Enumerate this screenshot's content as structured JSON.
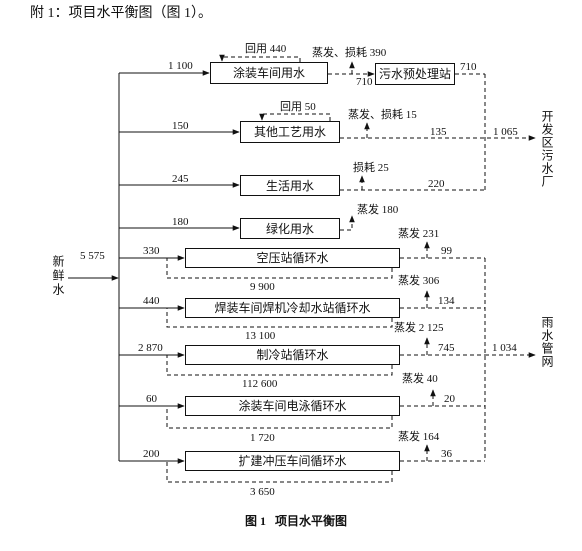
{
  "intro": "附 1：项目水平衡图（图 1）。",
  "fresh_water": {
    "label": "新鲜水",
    "value": "5 575"
  },
  "coating": {
    "name": "涂装车间用水",
    "supply": "1 100",
    "reuse": "回用 440",
    "loss": "蒸发、损耗 390",
    "discharge": "710"
  },
  "pretreatment": {
    "name": "污水预处理站",
    "discharge": "710"
  },
  "process": {
    "name": "其他工艺用水",
    "supply": "150",
    "reuse": "回用 50",
    "loss": "蒸发、损耗 15",
    "discharge": "135"
  },
  "domestic": {
    "name": "生活用水",
    "supply": "245",
    "loss": "损耗 25",
    "discharge": "220"
  },
  "greening": {
    "name": "绿化用水",
    "supply": "180",
    "loss": "蒸发 180"
  },
  "compressor": {
    "name": "空压站循环水",
    "supply": "330",
    "circulation": "9 900",
    "loss": "蒸发 231",
    "discharge": "99"
  },
  "welding": {
    "name": "焊装车间焊机冷却水站循环水",
    "supply": "440",
    "circulation": "13 100",
    "loss": "蒸发 306",
    "discharge": "134"
  },
  "chiller": {
    "name": "制冷站循环水",
    "supply": "2 870",
    "circulation": "112 600",
    "loss": "蒸发 2 125",
    "discharge": "745"
  },
  "electrophoresis": {
    "name": "涂装车间电泳循环水",
    "supply": "60",
    "circulation": "1 720",
    "loss": "蒸发 40",
    "discharge": "20"
  },
  "stamping": {
    "name": "扩建冲压车间循环水",
    "supply": "200",
    "circulation": "3 650",
    "loss": "蒸发 164",
    "discharge": "36"
  },
  "sewage_plant": {
    "label": "开发区污水厂",
    "total": "1 065"
  },
  "rain_network": {
    "label": "雨水管网",
    "total": "1 034"
  },
  "caption": "图 1   项目水平衡图"
}
